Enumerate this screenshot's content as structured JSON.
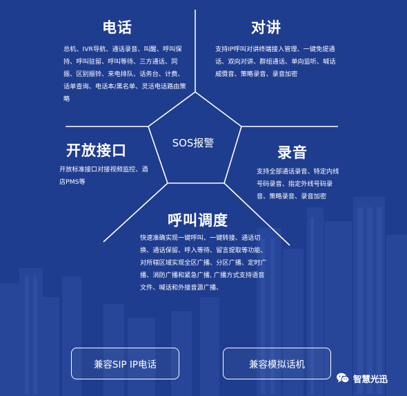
{
  "center": {
    "label": "SOS报警"
  },
  "sections": {
    "phone": {
      "title": "电话",
      "desc": "总机、IVR导航、通话录音、叫醒、呼叫保持、呼叫驻留、呼叫等待、三方通话、同振、区别振铃、来电排队、话务台、计费、话单查询、电话本/黑名单、灵活电话路由策略"
    },
    "intercom": {
      "title": "对讲",
      "desc": "支持IP呼叫对讲终端接入管理、一键免提通话、双向对讲、群组通话、单向监听、喊话威慑音、策略录音、录音加密"
    },
    "api": {
      "title": "开放接口",
      "desc": "开放标准接口对接视频监控、酒店PMS等"
    },
    "record": {
      "title": "录音",
      "desc": "支持全部通话录音、特定内线号码录音、指定外线号码录音、策略录音、录音加密"
    },
    "dispatch": {
      "title": "呼叫调度",
      "desc": "快速准确实现一键呼叫、一键转接、通话切换、通话保留、呼入等待、留言提取等功能、对所辖区域实现全区广播、分区广播、定时广播、消防广播和紧急广播, 广播方式支持语音文件、喊话和外接音源广播、"
    }
  },
  "buttons": {
    "sip": "兼容SIP IP电话",
    "analog": "兼容模拟话机"
  },
  "brand": {
    "name": "智慧光迅",
    "icon": "wechat-icon"
  },
  "colors": {
    "background": "#1f3d8f",
    "text": "#ffffff",
    "lines": "#ffffff"
  }
}
